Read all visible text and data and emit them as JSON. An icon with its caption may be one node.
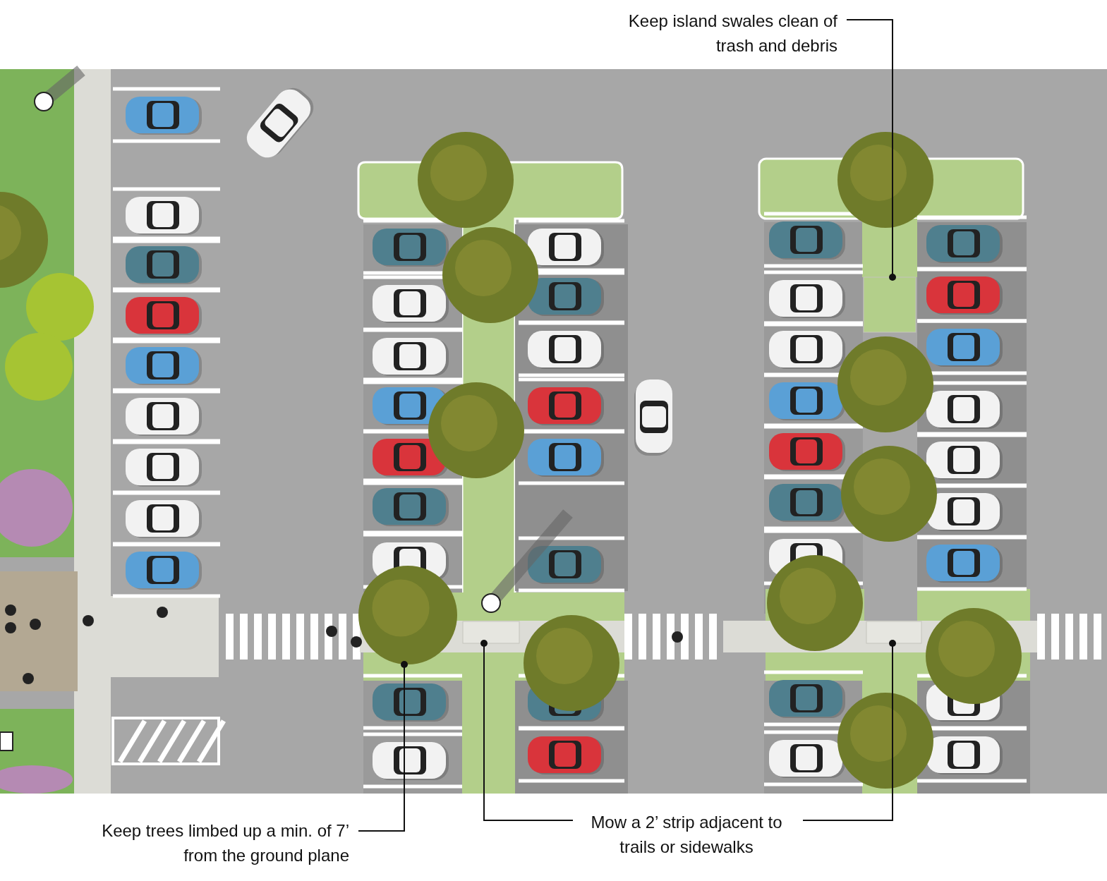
{
  "diagram": {
    "nodes": [
      {
        "text": [
          "Keep island swales clean of trash and debris"
        ]
      },
      {
        "text": [],
        "shape": "box"
      },
      {
        "text": [
          "Keep trees limbed up a min. of 7’ from the ground plane"
        ]
      },
      {
        "text": [],
        "shape": "picture"
      },
      {
        "text": [
          "Mow a 2’ strip adjacent to trails or sidewalks"
        ]
      },
      {
        "text": [],
        "shape": "box"
      },
      {
        "text": [],
        "shape": "box"
      }
    ],
    "edges": [
      {
        "from": 0,
        "to": 1,
        "arrow": "other"
      },
      {
        "from": 2,
        "to": 3,
        "arrow": "other"
      },
      {
        "from": 4,
        "to": 5,
        "arrow": "other"
      },
      {
        "from": 4,
        "to": 6,
        "arrow": "other"
      }
    ]
  }
}
